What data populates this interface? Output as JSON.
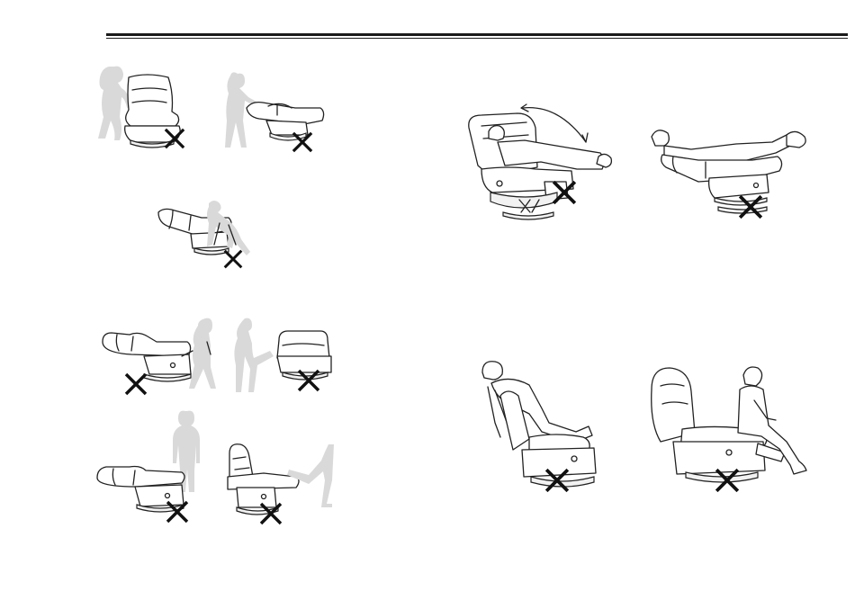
{
  "page": {
    "header_rule": true
  },
  "warnings": [
    {
      "id": "sit-on-armrest",
      "icon": "cross-mark-icon"
    },
    {
      "id": "lift-by-footrest",
      "icon": "cross-mark-icon"
    },
    {
      "id": "lean-over-footrest",
      "icon": "cross-mark-icon"
    },
    {
      "id": "stand-on-open-footrest",
      "icon": "cross-mark-icon"
    },
    {
      "id": "step-on-closed-footrest",
      "icon": "cross-mark-icon"
    },
    {
      "id": "stand-on-footrest-plate",
      "icon": "cross-mark-icon"
    },
    {
      "id": "kick-footrest",
      "icon": "cross-mark-icon"
    },
    {
      "id": "rock-violently",
      "icon": "cross-mark-icon"
    },
    {
      "id": "lie-on-backrest",
      "icon": "cross-mark-icon"
    },
    {
      "id": "lean-over-backrest",
      "icon": "cross-mark-icon"
    },
    {
      "id": "sit-on-extended-footrest",
      "icon": "cross-mark-icon"
    }
  ]
}
